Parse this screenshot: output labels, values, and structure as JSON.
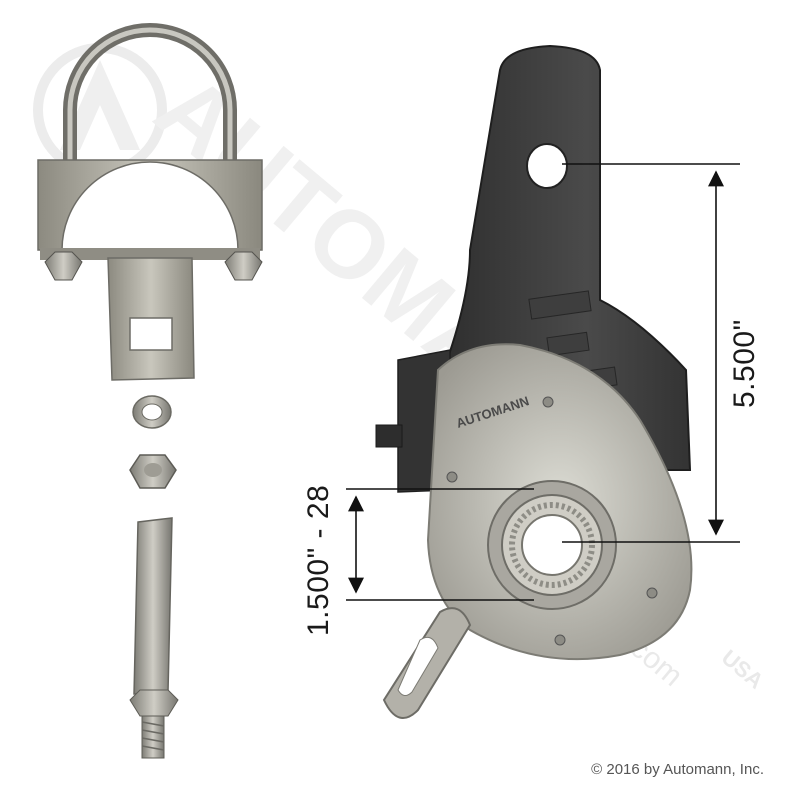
{
  "image": {
    "watermark_text": "AUTOMANN",
    "watermark_suffix": "USA",
    "watermark_url": "automann.com",
    "part_marking": "AUTOMANN",
    "copyright": "© 2016 by Automann, Inc."
  },
  "dimensions": {
    "arm_length": "5.500\"",
    "spline": "1.500\" - 28"
  },
  "colors": {
    "metal_dark": "#3a3a3a",
    "metal_light": "#b8b8b0",
    "dim_line": "#111111",
    "watermark": "#e6e6e6"
  }
}
